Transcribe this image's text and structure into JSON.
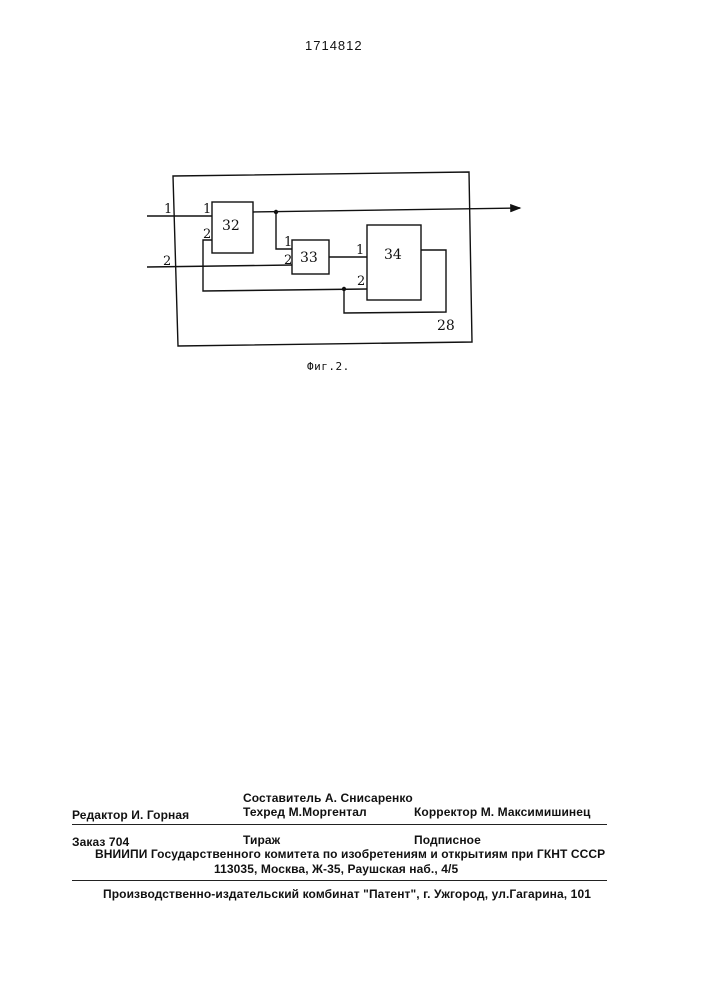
{
  "patent_number": "1714812",
  "figure": {
    "caption": "Фиг.2.",
    "outer_block_label": "28",
    "blocks": [
      {
        "id": "32",
        "label": "32"
      },
      {
        "id": "33",
        "label": "33"
      },
      {
        "id": "34",
        "label": "34"
      }
    ],
    "inputs": [
      {
        "label": "1"
      },
      {
        "label": "2"
      }
    ],
    "ports": {
      "b32_in1": "1",
      "b32_in2": "2",
      "b33_in1": "1",
      "b33_in2": "2",
      "b34_in1": "1",
      "b34_in2": "2"
    }
  },
  "imprint": {
    "compiler": "Составитель  А. Снисаренко",
    "editor": "Редактор  И. Горная",
    "tech_editor": "Техред М.Моргентал",
    "proofreader": "Корректор М. Максимишинец",
    "order": "Заказ  704",
    "circulation": "Тираж",
    "subscription": "Подписное",
    "institute": "ВНИИПИ Государственного комитета по изобретениям и открытиям при ГКНТ СССР",
    "address": "113035, Москва, Ж-35, Раушская наб., 4/5",
    "publisher": "Производственно-издательский комбинат \"Патент\", г. Ужгород, ул.Гагарина, 101"
  }
}
